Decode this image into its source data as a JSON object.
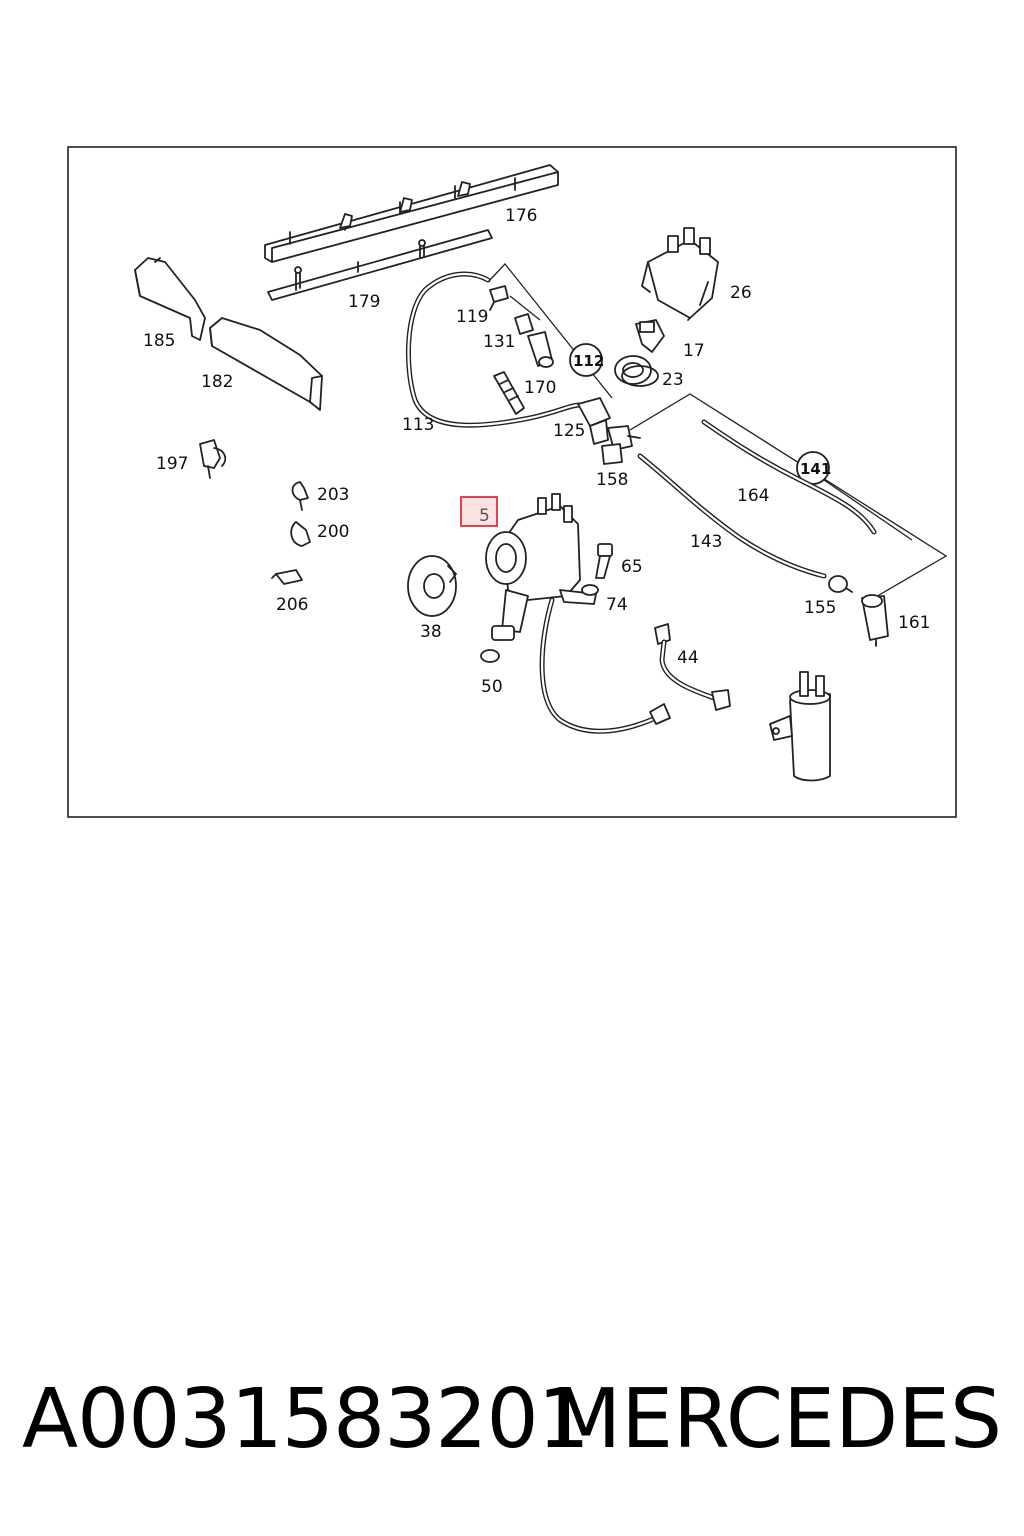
{
  "diagram": {
    "highlight_color": "#e0303a",
    "highlight_fill": "#fbe3e4",
    "callouts": {
      "c176": "176",
      "c179": "179",
      "c185": "185",
      "c182": "182",
      "c119": "119",
      "c131": "131",
      "c112": "112",
      "c113": "113",
      "c170": "170",
      "c125": "125",
      "c26": "26",
      "c17": "17",
      "c23": "23",
      "c197": "197",
      "c203": "203",
      "c200": "200",
      "c206": "206",
      "c5": "5",
      "c65": "65",
      "c74": "74",
      "c38": "38",
      "c50": "50",
      "c158": "158",
      "c141": "141",
      "c164": "164",
      "c143": "143",
      "c155": "155",
      "c161": "161",
      "c44": "44"
    }
  },
  "footer": {
    "part_number": "A0031583201",
    "brand": "MERCEDES"
  }
}
